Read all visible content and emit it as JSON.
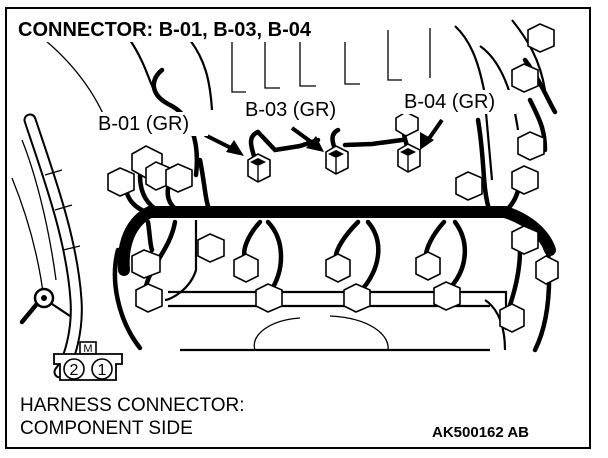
{
  "figure": {
    "title": "CONNECTOR: B-01, B-03, B-04",
    "callouts": {
      "b01": "B-01 (GR)",
      "b03": "B-03 (GR)",
      "b04": "B-04 (GR)"
    },
    "harness_pins": {
      "top": "M",
      "left": "2",
      "right": "1"
    },
    "footer": {
      "line1": "HARNESS CONNECTOR:",
      "line2": "COMPONENT SIDE"
    },
    "figure_code": "AK500162 AB"
  }
}
